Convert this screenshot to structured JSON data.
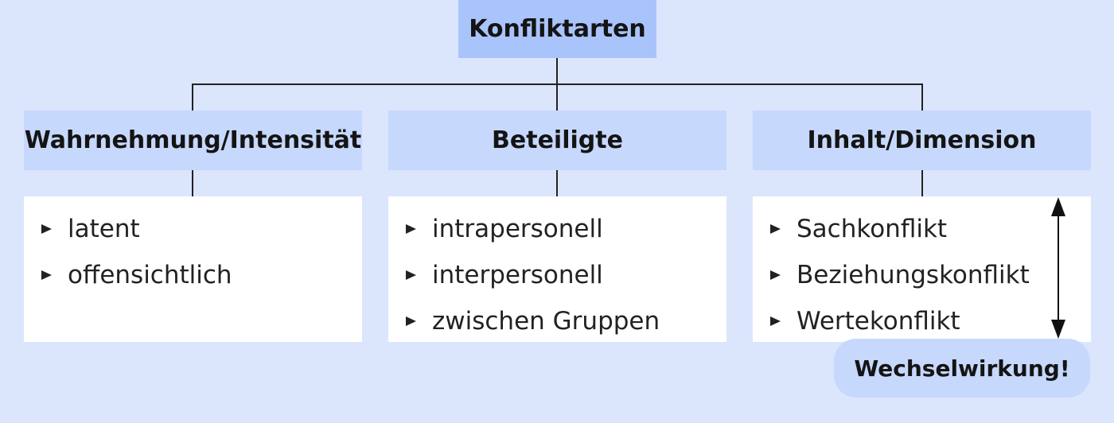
{
  "diagram": {
    "title": "Konfliktarten",
    "categories": [
      {
        "label": "Wahrnehmung/Intensität",
        "items": [
          "latent",
          "offensichtlich"
        ]
      },
      {
        "label": "Beteiligte",
        "items": [
          "intrapersonell",
          "interpersonell",
          "zwischen Gruppen"
        ]
      },
      {
        "label": "Inhalt/Dimension",
        "items": [
          "Sachkonflikt",
          "Beziehungskonflikt",
          "Wertekonflikt"
        ]
      }
    ],
    "interaction_label": "Wechselwirkung!",
    "colors": {
      "background": "#dbe6fd",
      "title_box": "#a9c4fb",
      "category_box": "#c6d8fb",
      "list_box": "#ffffff",
      "line": "#222222"
    },
    "icons": {
      "bullet": "triangle-right-icon",
      "interaction_arrow": "double-arrow-vertical-icon"
    }
  }
}
